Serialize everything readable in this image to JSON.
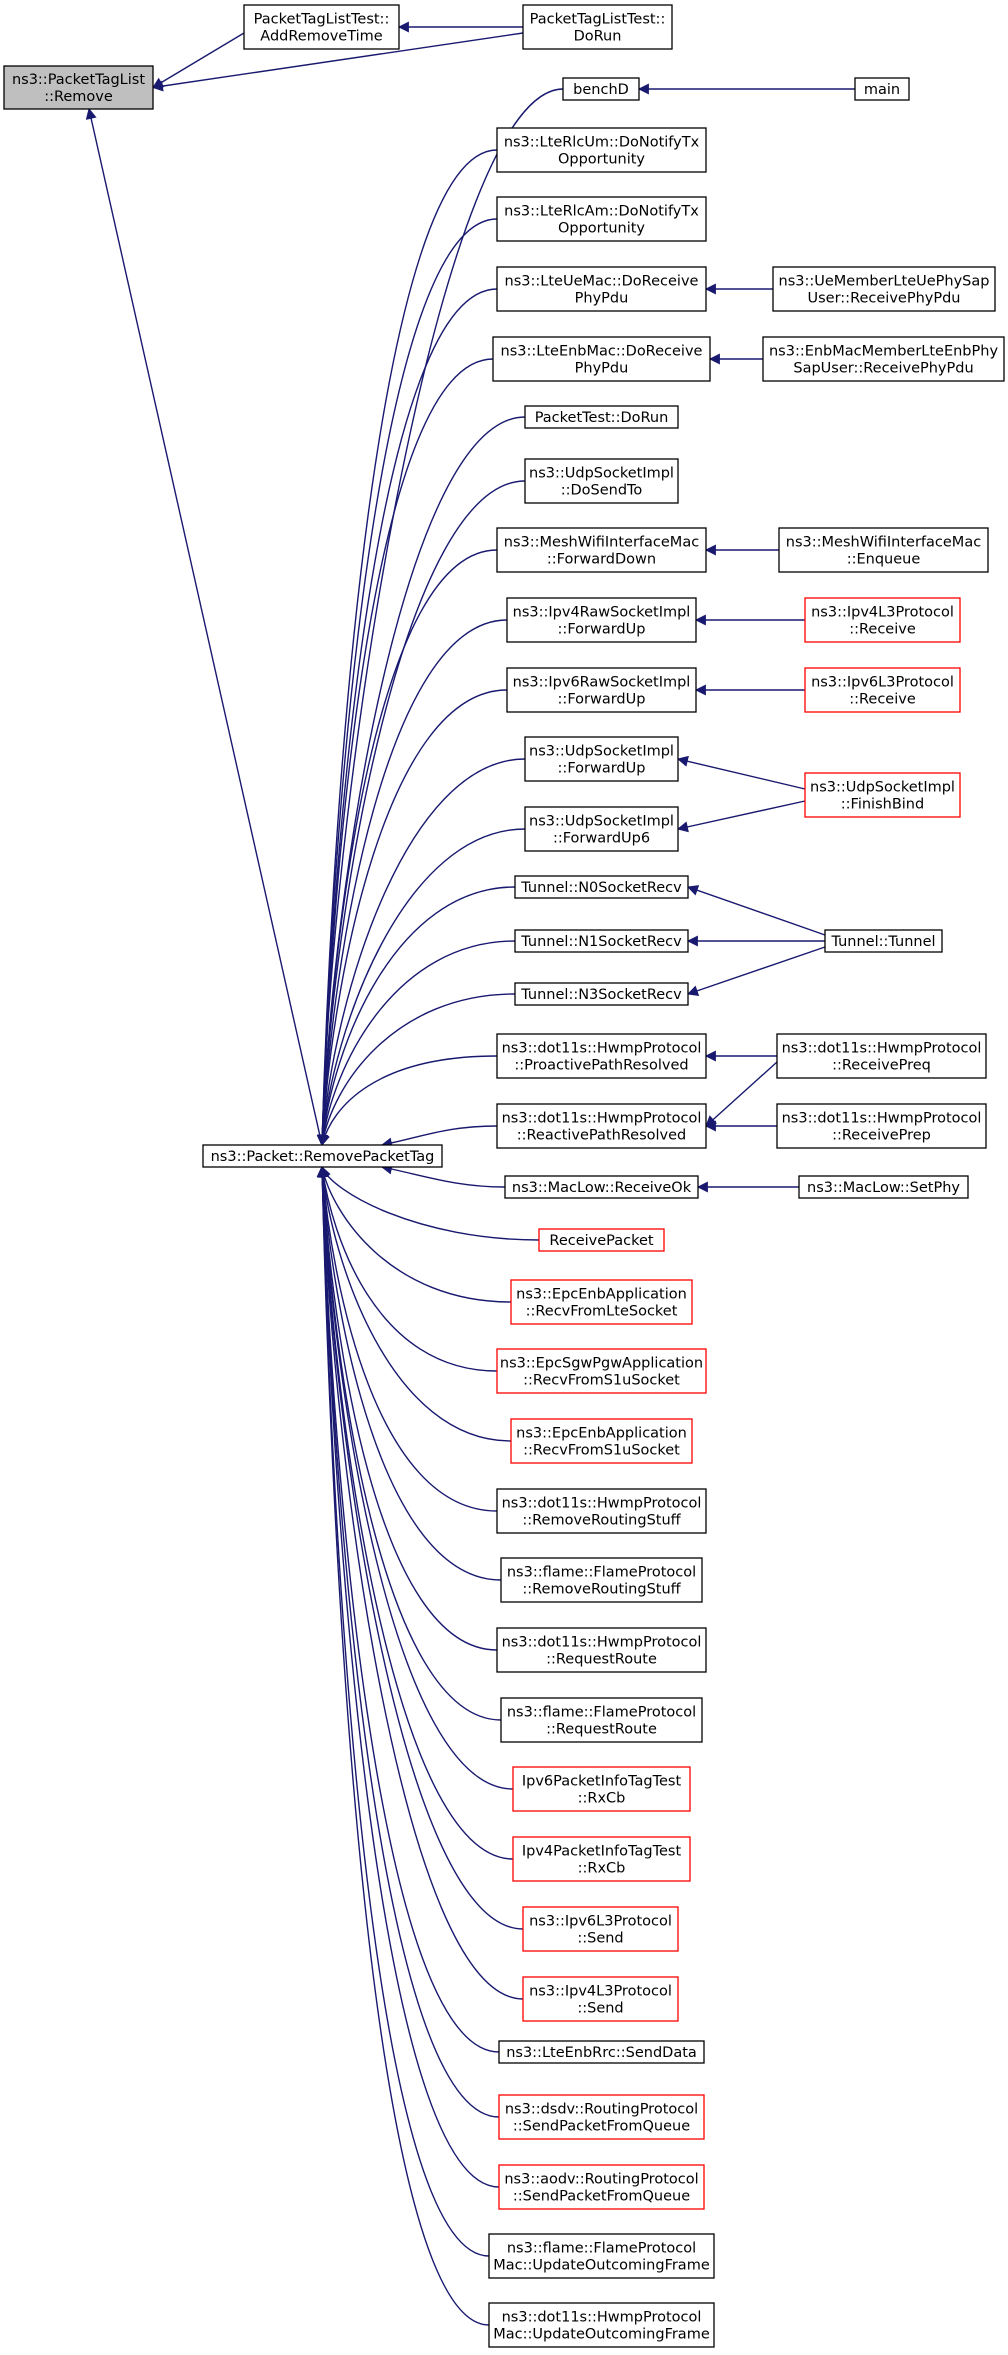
{
  "colors": {
    "edge": "#191970",
    "node_border": "#000000",
    "node_border_truncated": "#ff0000",
    "highlight_fill": "#bfbfbf",
    "node_fill": "#ffffff"
  },
  "nodes": [
    {
      "id": "remove",
      "lines": [
        "ns3::PacketTagList",
        "::Remove"
      ],
      "style": "highlight"
    },
    {
      "id": "addremove",
      "lines": [
        "PacketTagListTest::",
        "AddRemoveTime"
      ],
      "style": "normal"
    },
    {
      "id": "doRunTag",
      "lines": [
        "PacketTagListTest::",
        "DoRun"
      ],
      "style": "normal"
    },
    {
      "id": "benchD",
      "lines": [
        "benchD"
      ],
      "style": "normal"
    },
    {
      "id": "main",
      "lines": [
        "main"
      ],
      "style": "normal"
    },
    {
      "id": "rlcum",
      "lines": [
        "ns3::LteRlcUm::DoNotifyTx",
        "Opportunity"
      ],
      "style": "normal"
    },
    {
      "id": "rlcam",
      "lines": [
        "ns3::LteRlcAm::DoNotifyTx",
        "Opportunity"
      ],
      "style": "normal"
    },
    {
      "id": "uemac",
      "lines": [
        "ns3::LteUeMac::DoReceive",
        "PhyPdu"
      ],
      "style": "normal"
    },
    {
      "id": "uesap",
      "lines": [
        "ns3::UeMemberLteUePhySap",
        "User::ReceivePhyPdu"
      ],
      "style": "normal"
    },
    {
      "id": "enbmac",
      "lines": [
        "ns3::LteEnbMac::DoReceive",
        "PhyPdu"
      ],
      "style": "normal"
    },
    {
      "id": "enbsap",
      "lines": [
        "ns3::EnbMacMemberLteEnbPhy",
        "SapUser::ReceivePhyPdu"
      ],
      "style": "normal"
    },
    {
      "id": "packettest",
      "lines": [
        "PacketTest::DoRun"
      ],
      "style": "normal"
    },
    {
      "id": "udpsendto",
      "lines": [
        "ns3::UdpSocketImpl",
        "::DoSendTo"
      ],
      "style": "normal"
    },
    {
      "id": "meshfwd",
      "lines": [
        "ns3::MeshWifiInterfaceMac",
        "::ForwardDown"
      ],
      "style": "normal"
    },
    {
      "id": "meshenq",
      "lines": [
        "ns3::MeshWifiInterfaceMac",
        "::Enqueue"
      ],
      "style": "normal"
    },
    {
      "id": "ipv4raw",
      "lines": [
        "ns3::Ipv4RawSocketImpl",
        "::ForwardUp"
      ],
      "style": "normal"
    },
    {
      "id": "ipv4l3recv",
      "lines": [
        "ns3::Ipv4L3Protocol",
        "::Receive"
      ],
      "style": "truncated"
    },
    {
      "id": "ipv6raw",
      "lines": [
        "ns3::Ipv6RawSocketImpl",
        "::ForwardUp"
      ],
      "style": "normal"
    },
    {
      "id": "ipv6l3recv",
      "lines": [
        "ns3::Ipv6L3Protocol",
        "::Receive"
      ],
      "style": "truncated"
    },
    {
      "id": "udpfwd",
      "lines": [
        "ns3::UdpSocketImpl",
        "::ForwardUp"
      ],
      "style": "normal"
    },
    {
      "id": "finishbind",
      "lines": [
        "ns3::UdpSocketImpl",
        "::FinishBind"
      ],
      "style": "truncated"
    },
    {
      "id": "udpfwd6",
      "lines": [
        "ns3::UdpSocketImpl",
        "::ForwardUp6"
      ],
      "style": "normal"
    },
    {
      "id": "n0",
      "lines": [
        "Tunnel::N0SocketRecv"
      ],
      "style": "normal"
    },
    {
      "id": "n1",
      "lines": [
        "Tunnel::N1SocketRecv"
      ],
      "style": "normal"
    },
    {
      "id": "tunnel",
      "lines": [
        "Tunnel::Tunnel"
      ],
      "style": "normal"
    },
    {
      "id": "n3",
      "lines": [
        "Tunnel::N3SocketRecv"
      ],
      "style": "normal"
    },
    {
      "id": "proactive",
      "lines": [
        "ns3::dot11s::HwmpProtocol",
        "::ProactivePathResolved"
      ],
      "style": "normal"
    },
    {
      "id": "recvpreq",
      "lines": [
        "ns3::dot11s::HwmpProtocol",
        "::ReceivePreq"
      ],
      "style": "normal"
    },
    {
      "id": "reactive",
      "lines": [
        "ns3::dot11s::HwmpProtocol",
        "::ReactivePathResolved"
      ],
      "style": "normal"
    },
    {
      "id": "recvprep",
      "lines": [
        "ns3::dot11s::HwmpProtocol",
        "::ReceivePrep"
      ],
      "style": "normal"
    },
    {
      "id": "removepackettag",
      "lines": [
        "ns3::Packet::RemovePacketTag"
      ],
      "style": "normal"
    },
    {
      "id": "macrecvok",
      "lines": [
        "ns3::MacLow::ReceiveOk"
      ],
      "style": "normal"
    },
    {
      "id": "setphy",
      "lines": [
        "ns3::MacLow::SetPhy"
      ],
      "style": "normal"
    },
    {
      "id": "recvpacket",
      "lines": [
        "ReceivePacket"
      ],
      "style": "truncated"
    },
    {
      "id": "epcrecvlte",
      "lines": [
        "ns3::EpcEnbApplication",
        "::RecvFromLteSocket"
      ],
      "style": "truncated"
    },
    {
      "id": "epcsgw",
      "lines": [
        "ns3::EpcSgwPgwApplication",
        "::RecvFromS1uSocket"
      ],
      "style": "truncated"
    },
    {
      "id": "epcrecvs1u",
      "lines": [
        "ns3::EpcEnbApplication",
        "::RecvFromS1uSocket"
      ],
      "style": "truncated"
    },
    {
      "id": "hwmpremove",
      "lines": [
        "ns3::dot11s::HwmpProtocol",
        "::RemoveRoutingStuff"
      ],
      "style": "normal"
    },
    {
      "id": "flameremove",
      "lines": [
        "ns3::flame::FlameProtocol",
        "::RemoveRoutingStuff"
      ],
      "style": "normal"
    },
    {
      "id": "hwmpreq",
      "lines": [
        "ns3::dot11s::HwmpProtocol",
        "::RequestRoute"
      ],
      "style": "normal"
    },
    {
      "id": "flamereq",
      "lines": [
        "ns3::flame::FlameProtocol",
        "::RequestRoute"
      ],
      "style": "normal"
    },
    {
      "id": "ipv6rxcb",
      "lines": [
        "Ipv6PacketInfoTagTest",
        "::RxCb"
      ],
      "style": "truncated"
    },
    {
      "id": "ipv4rxcb",
      "lines": [
        "Ipv4PacketInfoTagTest",
        "::RxCb"
      ],
      "style": "truncated"
    },
    {
      "id": "ipv6send",
      "lines": [
        "ns3::Ipv6L3Protocol",
        "::Send"
      ],
      "style": "truncated"
    },
    {
      "id": "ipv4send",
      "lines": [
        "ns3::Ipv4L3Protocol",
        "::Send"
      ],
      "style": "truncated"
    },
    {
      "id": "senddata",
      "lines": [
        "ns3::LteEnbRrc::SendData"
      ],
      "style": "normal"
    },
    {
      "id": "dsdv",
      "lines": [
        "ns3::dsdv::RoutingProtocol",
        "::SendPacketFromQueue"
      ],
      "style": "truncated"
    },
    {
      "id": "aodv",
      "lines": [
        "ns3::aodv::RoutingProtocol",
        "::SendPacketFromQueue"
      ],
      "style": "truncated"
    },
    {
      "id": "flamemac",
      "lines": [
        "ns3::flame::FlameProtocol",
        "Mac::UpdateOutcomingFrame"
      ],
      "style": "normal"
    },
    {
      "id": "hwmpmac",
      "lines": [
        "ns3::dot11s::HwmpProtocol",
        "Mac::UpdateOutcomingFrame"
      ],
      "style": "normal"
    }
  ],
  "edges": [
    {
      "from": "addremove",
      "to": "remove"
    },
    {
      "from": "doRunTag",
      "to": "addremove"
    },
    {
      "from": "doRunTag",
      "to": "remove"
    },
    {
      "from": "removepackettag",
      "to": "remove"
    },
    {
      "from": "main",
      "to": "benchD"
    },
    {
      "from": "uesap",
      "to": "uemac"
    },
    {
      "from": "enbsap",
      "to": "enbmac"
    },
    {
      "from": "meshenq",
      "to": "meshfwd"
    },
    {
      "from": "ipv4l3recv",
      "to": "ipv4raw"
    },
    {
      "from": "ipv6l3recv",
      "to": "ipv6raw"
    },
    {
      "from": "finishbind",
      "to": "udpfwd"
    },
    {
      "from": "finishbind",
      "to": "udpfwd6"
    },
    {
      "from": "tunnel",
      "to": "n0"
    },
    {
      "from": "tunnel",
      "to": "n1"
    },
    {
      "from": "tunnel",
      "to": "n3"
    },
    {
      "from": "recvpreq",
      "to": "proactive"
    },
    {
      "from": "recvpreq",
      "to": "reactive"
    },
    {
      "from": "recvprep",
      "to": "reactive"
    },
    {
      "from": "setphy",
      "to": "macrecvok"
    },
    {
      "from": "benchD",
      "to": "removepackettag"
    },
    {
      "from": "rlcum",
      "to": "removepackettag"
    },
    {
      "from": "rlcam",
      "to": "removepackettag"
    },
    {
      "from": "uemac",
      "to": "removepackettag"
    },
    {
      "from": "enbmac",
      "to": "removepackettag"
    },
    {
      "from": "packettest",
      "to": "removepackettag"
    },
    {
      "from": "udpsendto",
      "to": "removepackettag"
    },
    {
      "from": "meshfwd",
      "to": "removepackettag"
    },
    {
      "from": "ipv4raw",
      "to": "removepackettag"
    },
    {
      "from": "ipv6raw",
      "to": "removepackettag"
    },
    {
      "from": "udpfwd",
      "to": "removepackettag"
    },
    {
      "from": "udpfwd6",
      "to": "removepackettag"
    },
    {
      "from": "n0",
      "to": "removepackettag"
    },
    {
      "from": "n1",
      "to": "removepackettag"
    },
    {
      "from": "n3",
      "to": "removepackettag"
    },
    {
      "from": "proactive",
      "to": "removepackettag"
    },
    {
      "from": "reactive",
      "to": "removepackettag"
    },
    {
      "from": "macrecvok",
      "to": "removepackettag"
    },
    {
      "from": "recvpacket",
      "to": "removepackettag"
    },
    {
      "from": "epcrecvlte",
      "to": "removepackettag"
    },
    {
      "from": "epcsgw",
      "to": "removepackettag"
    },
    {
      "from": "epcrecvs1u",
      "to": "removepackettag"
    },
    {
      "from": "hwmpremove",
      "to": "removepackettag"
    },
    {
      "from": "flameremove",
      "to": "removepackettag"
    },
    {
      "from": "hwmpreq",
      "to": "removepackettag"
    },
    {
      "from": "flamereq",
      "to": "removepackettag"
    },
    {
      "from": "ipv6rxcb",
      "to": "removepackettag"
    },
    {
      "from": "ipv4rxcb",
      "to": "removepackettag"
    },
    {
      "from": "ipv6send",
      "to": "removepackettag"
    },
    {
      "from": "ipv4send",
      "to": "removepackettag"
    },
    {
      "from": "senddata",
      "to": "removepackettag"
    },
    {
      "from": "dsdv",
      "to": "removepackettag"
    },
    {
      "from": "aodv",
      "to": "removepackettag"
    },
    {
      "from": "flamemac",
      "to": "removepackettag"
    },
    {
      "from": "hwmpmac",
      "to": "removepackettag"
    }
  ]
}
